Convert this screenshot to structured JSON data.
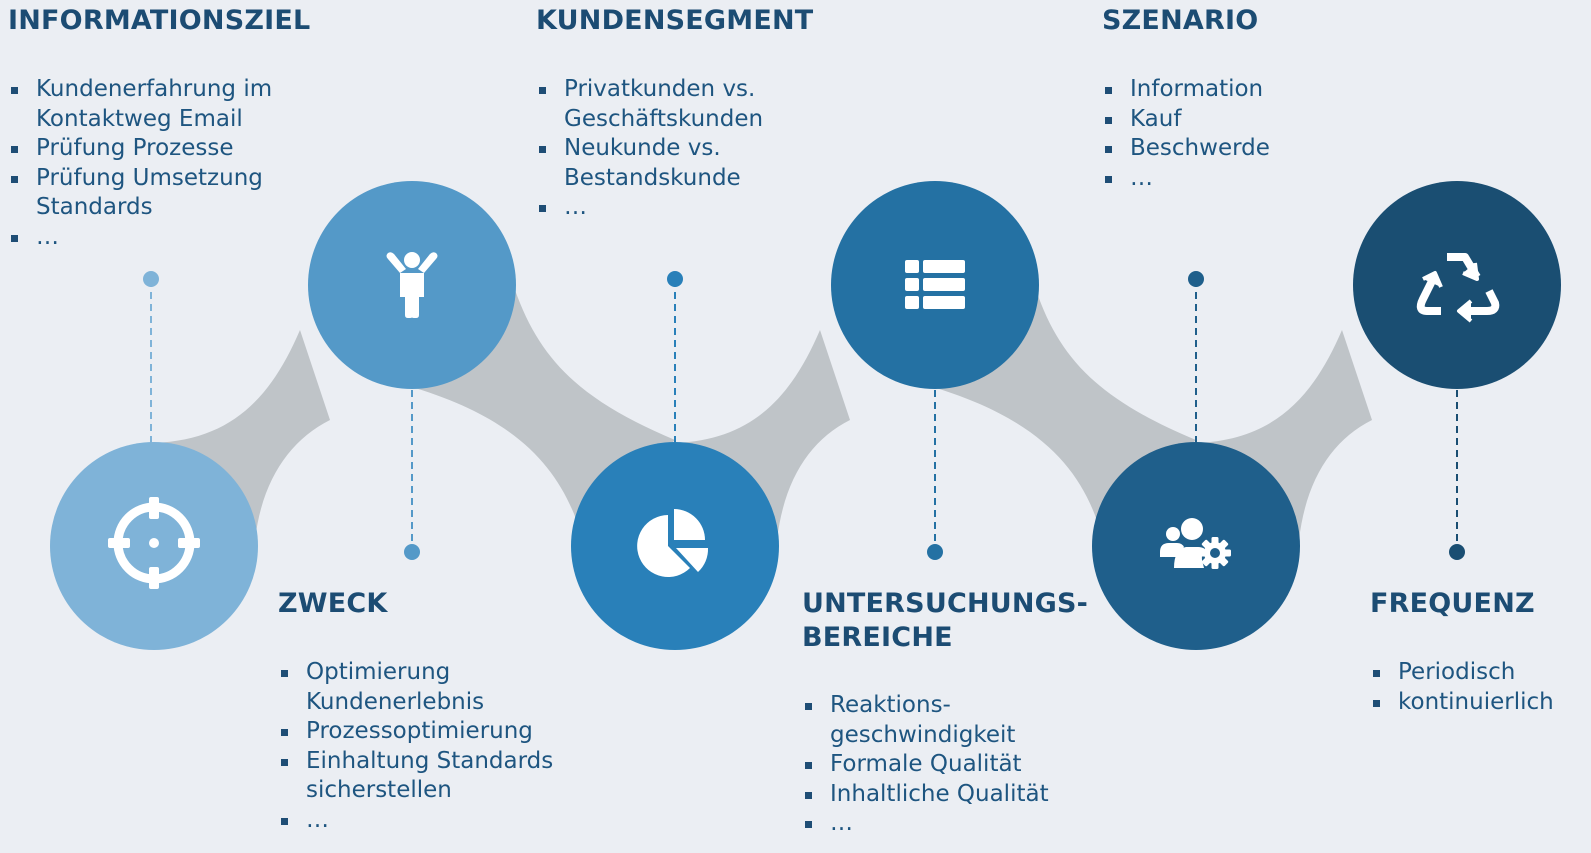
{
  "colors": {
    "background": "#ebeef3",
    "connector": "#bfc4c8",
    "stages": [
      "#7fb3d8",
      "#5499c8",
      "#2980b9",
      "#2471a3",
      "#1f5f8b",
      "#1a4e72"
    ],
    "heading_text": "#1c4c73",
    "icon": "#ffffff"
  },
  "stages": [
    {
      "heading": "INFORMATIONSZIEL",
      "icon": "crosshair-icon",
      "items": [
        "Kundenerfahrung im Kontaktweg Email",
        "Prüfung Prozesse",
        "Prüfung Umsetzung Standards",
        "…"
      ]
    },
    {
      "heading": "ZWECK",
      "icon": "person-icon",
      "items": [
        "Optimierung Kundenerlebnis",
        "Prozessoptimierung",
        "Einhaltung Standards sicherstellen",
        "…"
      ]
    },
    {
      "heading": "KUNDENSEGMENT",
      "icon": "pie-chart-icon",
      "items": [
        "Privatkunden vs. Geschäftskunden",
        "Neukunde vs. Bestandskunde",
        "…"
      ]
    },
    {
      "heading": "UNTERSUCHUNGS-BEREICHE",
      "icon": "list-icon",
      "items": [
        "Reaktions-geschwindigkeit",
        "Formale Qualität",
        "Inhaltliche Qualität",
        "…"
      ]
    },
    {
      "heading": "SZENARIO",
      "icon": "users-gear-icon",
      "items": [
        "Information",
        "Kauf",
        "Beschwerde",
        "…"
      ]
    },
    {
      "heading": "FREQUENZ",
      "icon": "recycle-icon",
      "items": [
        "Periodisch",
        "kontinuierlich"
      ]
    }
  ]
}
